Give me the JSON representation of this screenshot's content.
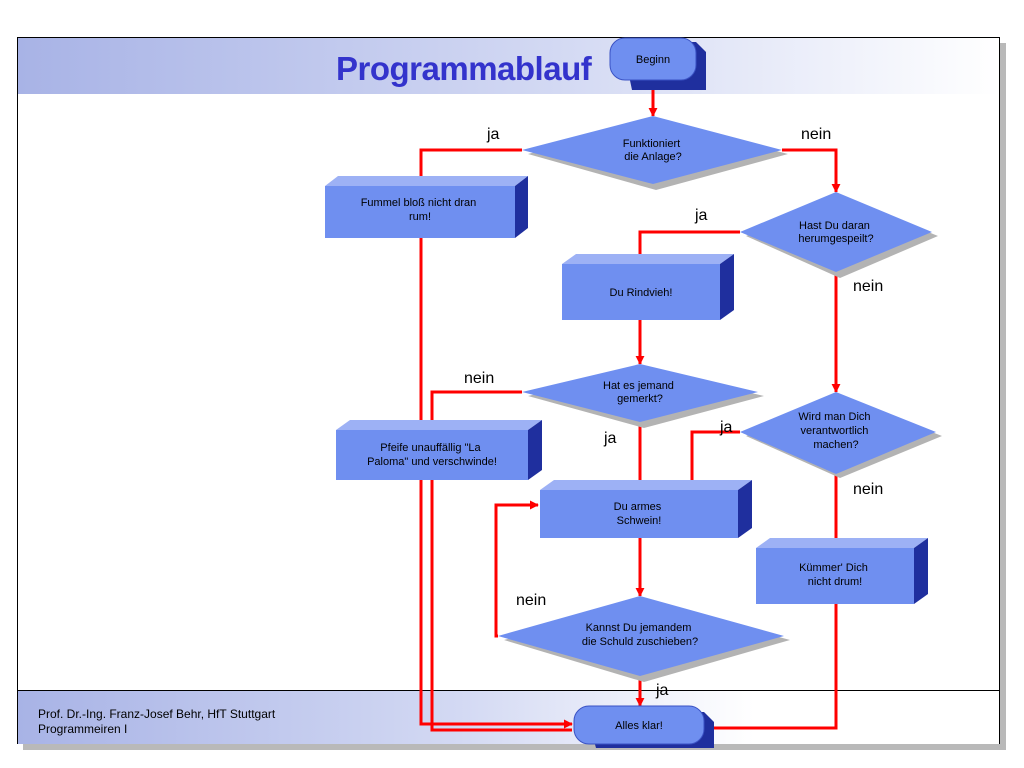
{
  "slide": {
    "title": "Programmablauf",
    "footer": {
      "author": "Prof. Dr.-Ing. Franz-Josef Behr, HfT Stuttgart",
      "course": "Programmeiren I"
    }
  },
  "flowchart": {
    "start": "Beginn",
    "end": "Alles klar!",
    "decisions": {
      "works": [
        "Funktioniert",
        "die Anlage?"
      ],
      "tampered": [
        "Hast Du daran",
        "herumgespeilt?"
      ],
      "noticed": [
        "Hat es jemand",
        "gemerkt?"
      ],
      "responsible": [
        "Wird man Dich",
        "verantwortlich",
        "machen?"
      ],
      "blame": [
        "Kannst Du jemandem",
        "die Schuld zuschieben?"
      ]
    },
    "processes": {
      "dont_touch": [
        "Fummel bloß nicht dran",
        "rum!"
      ],
      "idiot": [
        "Du Rindvieh!"
      ],
      "whistle": [
        "Pfeife unauffällig \"La",
        "Paloma\" und verschwinde!"
      ],
      "poor_pig": [
        "Du armes",
        "Schwein!"
      ],
      "dont_care": [
        "Kümmer' Dich",
        "nicht drum!"
      ]
    },
    "labels": {
      "works_yes": "ja",
      "works_no": "nein",
      "tampered_yes": "ja",
      "tampered_no": "nein",
      "noticed_no": "nein",
      "noticed_yes": "ja",
      "responsible_yes": "ja",
      "responsible_no": "nein",
      "blame_no": "nein",
      "blame_yes": "ja"
    },
    "colors": {
      "shape_fill": "#6f8ff0",
      "shape_side": "#1f2f9e",
      "connector": "#ff0000",
      "title": "#3333cc"
    }
  }
}
